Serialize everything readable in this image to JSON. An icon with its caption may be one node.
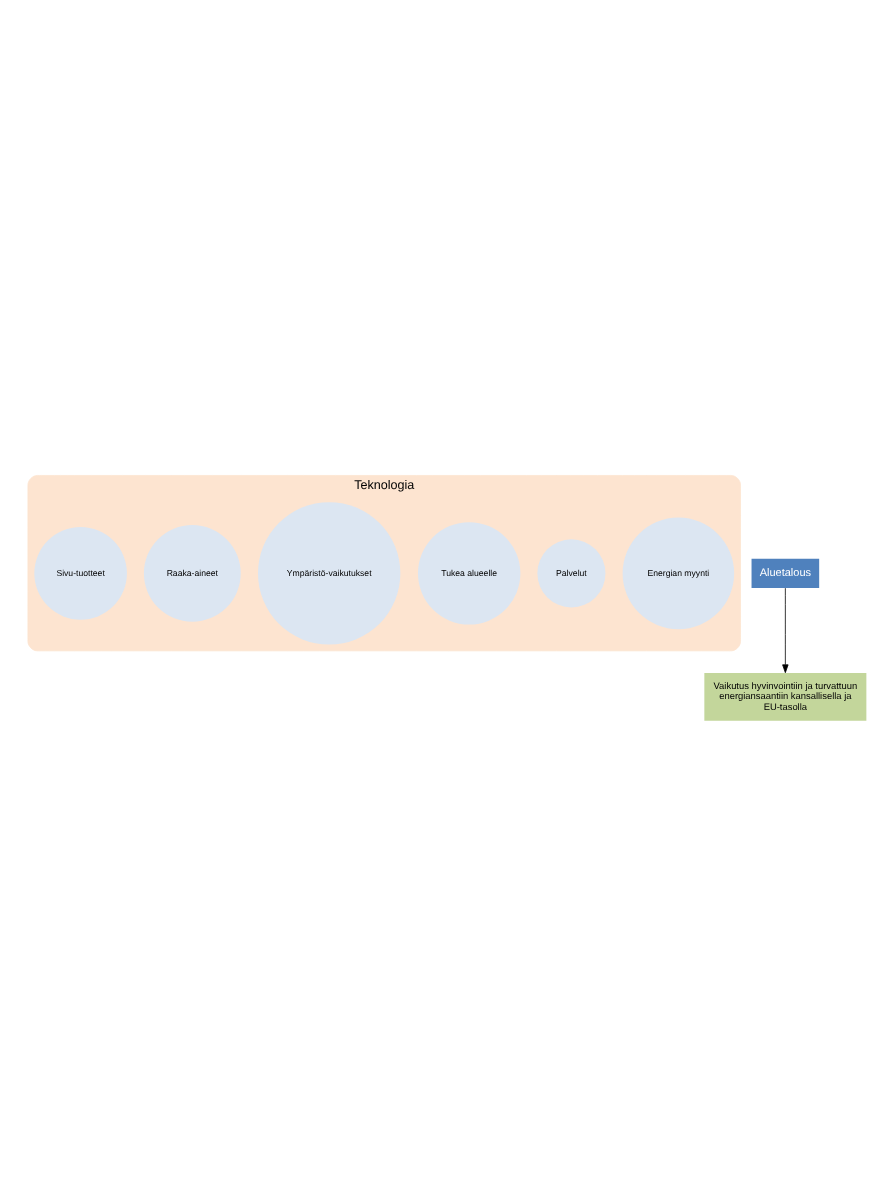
{
  "diagram": {
    "nodes": [
      {
        "text": [
          "Teknologia"
        ]
      },
      {
        "text": [
          "Energian myynti"
        ],
        "in": 0
      },
      {
        "text": [
          "Palvelut"
        ],
        "in": 0
      },
      {
        "text": [
          "Tukea alueelle"
        ],
        "in": 0
      },
      {
        "text": [
          "Ympäristö-vaikutukset"
        ],
        "in": 0
      },
      {
        "text": [
          "Raaka-aineet"
        ],
        "in": 0
      },
      {
        "text": [
          "Sivu-tuotteet"
        ],
        "in": 0
      },
      {
        "text": [
          "Aluetalous"
        ]
      },
      {
        "text": [
          "Vaikutus hyvinvointiin ja turvattuun energiansaantiin kansallisella ja EU-tasolla"
        ]
      }
    ],
    "edges": [
      {
        "from": 7,
        "to": 8,
        "arrow": "to"
      }
    ]
  }
}
